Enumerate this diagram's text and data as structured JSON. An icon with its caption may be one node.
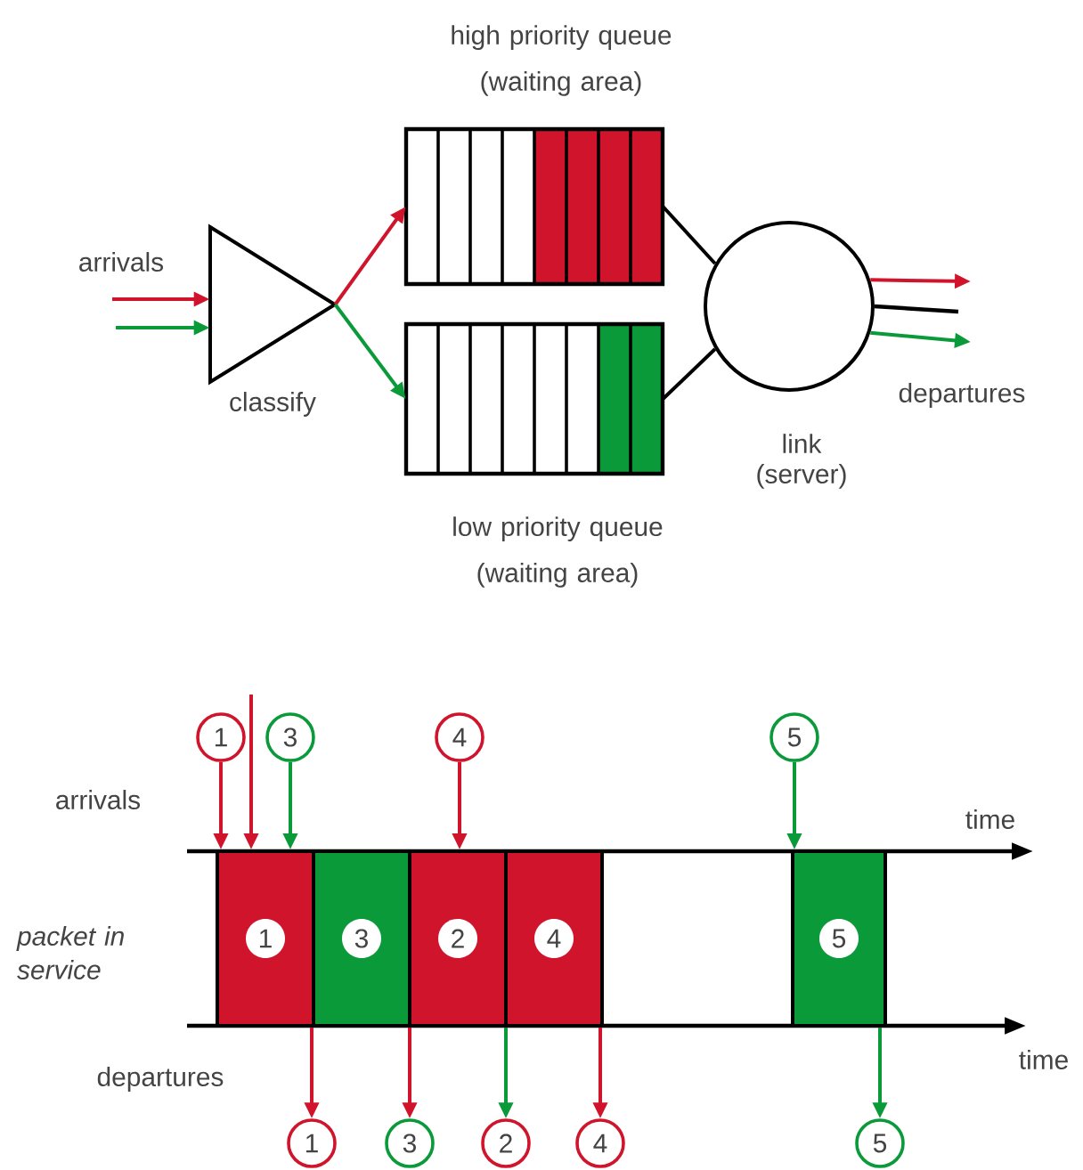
{
  "diagram": {
    "nodes": [
      {
        "text": [
          "classify"
        ]
      },
      {
        "text": [
          "high priority queue (waiting area)"
        ]
      },
      {
        "text": [
          "low priority queue (waiting area)"
        ]
      },
      {
        "text": [
          "link (server)"
        ]
      },
      {
        "text": [
          "1"
        ]
      },
      {
        "text": [
          "3"
        ]
      },
      {
        "text": [
          "4"
        ]
      },
      {
        "text": [
          "5"
        ]
      },
      {
        "text": [
          "1"
        ]
      },
      {
        "text": [
          "3"
        ]
      },
      {
        "text": [
          "2"
        ]
      },
      {
        "text": [
          "4"
        ]
      },
      {
        "text": [
          "5"
        ]
      },
      {
        "text": [
          "1"
        ]
      },
      {
        "text": [
          "3"
        ]
      },
      {
        "text": [
          "2"
        ]
      },
      {
        "text": [
          "4"
        ]
      },
      {
        "text": [
          "5"
        ]
      }
    ],
    "edges": [
      {
        "from": null,
        "to": 0,
        "arrow": "to",
        "color": "#d0142c"
      },
      {
        "from": null,
        "to": 0,
        "arrow": "to",
        "color": "#0a9a3a"
      },
      {
        "from": 0,
        "to": 1,
        "arrow": "to",
        "color": "#d0142c"
      },
      {
        "from": 0,
        "to": 2,
        "arrow": "to",
        "color": "#0a9a3a"
      },
      {
        "from": 1,
        "to": 3,
        "arrow": "none",
        "color": "#000000"
      },
      {
        "from": 2,
        "to": 3,
        "arrow": "none",
        "color": "#000000"
      },
      {
        "from": 3,
        "to": null,
        "arrow": "to",
        "color": "#d0142c"
      },
      {
        "from": 3,
        "to": null,
        "arrow": "to",
        "color": "#0a9a3a"
      },
      {
        "from": 4,
        "to": 8,
        "arrow": "to",
        "color": "#d0142c"
      },
      {
        "from": null,
        "to": 8,
        "arrow": "to",
        "color": "#d0142c"
      },
      {
        "from": 5,
        "to": 8,
        "arrow": "to",
        "color": "#0a9a3a"
      },
      {
        "from": 6,
        "to": 10,
        "arrow": "to",
        "color": "#d0142c"
      },
      {
        "from": 7,
        "to": 12,
        "arrow": "to",
        "color": "#0a9a3a"
      },
      {
        "from": 8,
        "to": 13,
        "arrow": "to",
        "color": "#d0142c"
      },
      {
        "from": 9,
        "to": 14,
        "arrow": "to",
        "color": "#d0142c"
      },
      {
        "from": 10,
        "to": 15,
        "arrow": "to",
        "color": "#0a9a3a"
      },
      {
        "from": 11,
        "to": 16,
        "arrow": "to",
        "color": "#d0142c"
      },
      {
        "from": 12,
        "to": 17,
        "arrow": "to",
        "color": "#0a9a3a"
      }
    ],
    "labels": [
      "arrivals",
      "departures",
      "arrivals",
      "time",
      "packet in service",
      "time",
      "departures"
    ]
  }
}
